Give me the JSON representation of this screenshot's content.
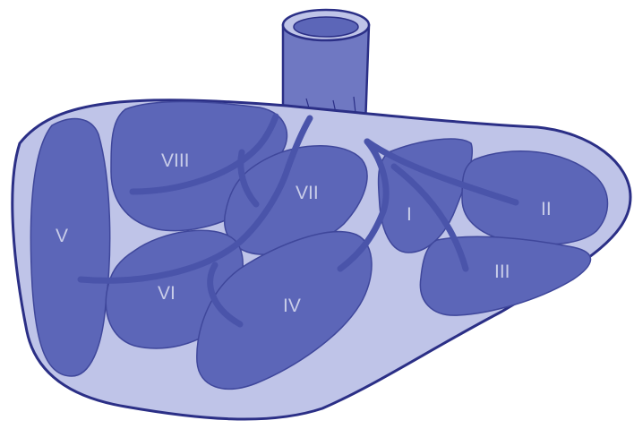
{
  "diagram": {
    "colors": {
      "liver_fill": "#bfc4e8",
      "liver_outline": "#2b2f86",
      "segment_fill": "#5c66b8",
      "segment_outline": "#3f479b",
      "vessel": "#4a54aa",
      "label": "#c9cde9"
    },
    "segments": [
      {
        "id": "I",
        "label": "I"
      },
      {
        "id": "II",
        "label": "II"
      },
      {
        "id": "III",
        "label": "III"
      },
      {
        "id": "IV",
        "label": "IV"
      },
      {
        "id": "V",
        "label": "V"
      },
      {
        "id": "VI",
        "label": "VI"
      },
      {
        "id": "VII",
        "label": "VII"
      },
      {
        "id": "VIII",
        "label": "VIII"
      }
    ]
  }
}
